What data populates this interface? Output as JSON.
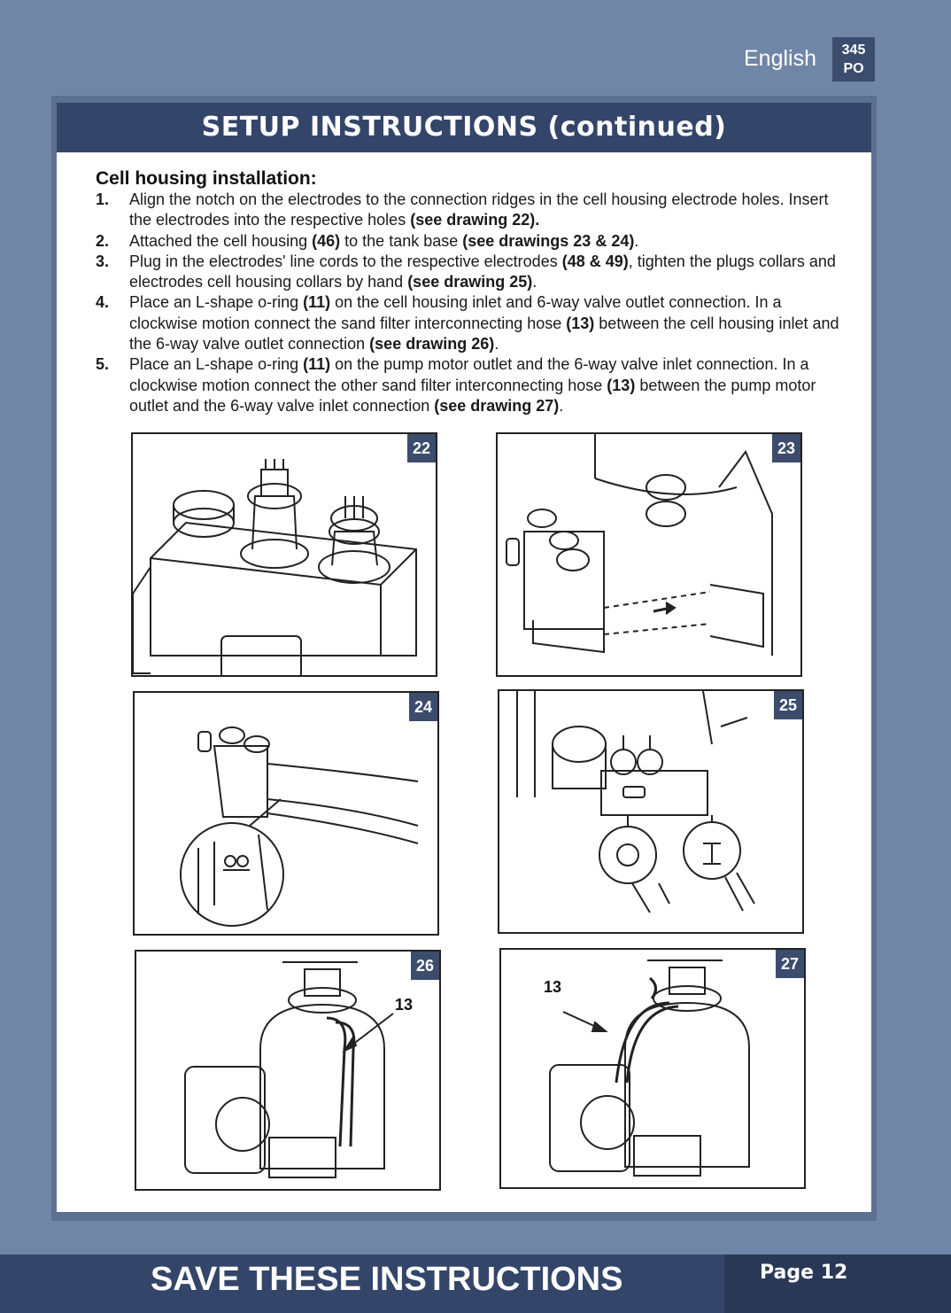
{
  "header": {
    "language": "English",
    "code_line1": "345",
    "code_line2": "PO"
  },
  "title": "SETUP INSTRUCTIONS (continued)",
  "section": {
    "heading": "Cell housing installation:",
    "steps": [
      {
        "num": "1.",
        "text": "Align the notch on the electrodes to the connection ridges in the cell housing electrode holes. Insert the electrodes into the respective holes ",
        "bold": "(see drawing 22).",
        "tail": ""
      },
      {
        "num": "2.",
        "text": "Attached the cell housing ",
        "bold": "(46)",
        "tail": " to the tank base ",
        "bold2": "(see drawings 23 & 24)",
        "tail2": "."
      },
      {
        "num": "3.",
        "text": "Plug in the electrodes' line cords to the respective electrodes ",
        "bold": "(48 & 49)",
        "tail": ", tighten the plugs collars and electrodes cell housing collars by hand ",
        "bold2": "(see drawing 25)",
        "tail2": "."
      },
      {
        "num": "4.",
        "text": "Place an L-shape o-ring ",
        "bold": "(11)",
        "tail": " on the cell housing inlet and 6-way valve outlet connection. In a clockwise motion connect the sand filter interconnecting hose ",
        "bold2": "(13)",
        "tail2": " between the cell housing inlet and the 6-way valve outlet connection ",
        "bold3": "(see drawing 26)",
        "tail3": "."
      },
      {
        "num": "5.",
        "text": "Place an L-shape o-ring ",
        "bold": "(11)",
        "tail": " on the pump motor outlet and the 6-way valve inlet connection. In a clockwise motion connect the other sand filter interconnecting hose ",
        "bold2": "(13)",
        "tail2": " between the pump motor outlet and the 6-way valve inlet connection ",
        "bold3": "(see drawing 27)",
        "tail3": "."
      }
    ]
  },
  "figures": [
    {
      "label": "22"
    },
    {
      "label": "23"
    },
    {
      "label": "24"
    },
    {
      "label": "25"
    },
    {
      "label": "26",
      "callout": "13"
    },
    {
      "label": "27",
      "callout": "13"
    }
  ],
  "footer": {
    "title": "SAVE THESE INSTRUCTIONS",
    "page": "Page 12"
  }
}
